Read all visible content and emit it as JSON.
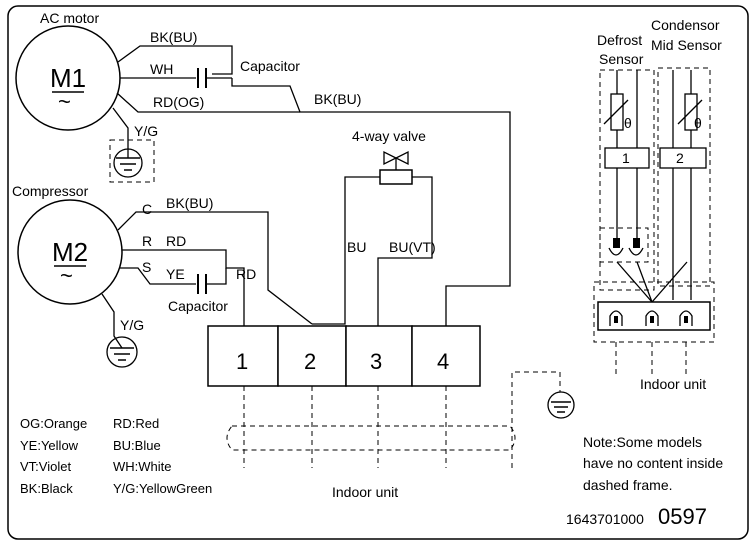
{
  "components": {
    "ac_motor": {
      "title": "AC motor",
      "symbol": "M1",
      "tilde": "~"
    },
    "compressor": {
      "title": "Compressor",
      "symbol": "M2",
      "tilde": "~"
    },
    "four_way_valve": {
      "label": "4-way valve"
    },
    "capacitor_fan": {
      "label": "Capacitor"
    },
    "capacitor_comp": {
      "label": "Capacitor"
    },
    "defrost_sensor": {
      "line1": "Defrost",
      "line2": "Sensor",
      "theta": "θ",
      "connector": "1"
    },
    "condensor_sensor": {
      "line1": "Condensor",
      "line2": "Mid Sensor",
      "theta": "θ",
      "connector": "2"
    }
  },
  "wires": {
    "m1_bk": "BK(BU)",
    "m1_wh": "WH",
    "m1_rd": "RD(OG)",
    "m1_yg": "Y/G",
    "bus_bk": "BK(BU)",
    "m2_c": "C",
    "m2_c_color": "BK(BU)",
    "m2_r": "R",
    "m2_r_color": "RD",
    "m2_s": "S",
    "m2_s_color": "YE",
    "m2_cap_rd": "RD",
    "m2_yg": "Y/G",
    "valve_bu": "BU",
    "valve_buvt": "BU(VT)"
  },
  "terminal_block": {
    "terminals": [
      "1",
      "2",
      "3",
      "4"
    ],
    "caption": "Indoor unit"
  },
  "sensor_block": {
    "caption": "Indoor unit"
  },
  "legend": [
    [
      "OG:Orange",
      "RD:Red"
    ],
    [
      "YE:Yellow",
      "BU:Blue"
    ],
    [
      "VT:Violet",
      "WH:White"
    ],
    [
      "BK:Black",
      "Y/G:YellowGreen"
    ]
  ],
  "note": {
    "line1": "Note:Some models",
    "line2": "have no content inside",
    "line3": "dashed frame."
  },
  "code": {
    "prefix": "1643701000",
    "suffix": "0597"
  }
}
